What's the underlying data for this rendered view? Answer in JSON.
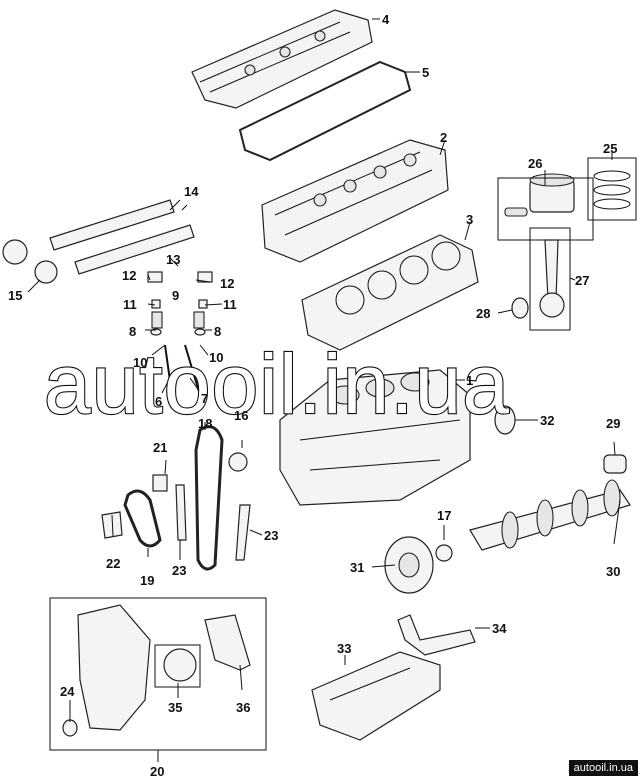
{
  "callouts": [
    "1",
    "2",
    "3",
    "4",
    "5",
    "6",
    "7",
    "8",
    "8",
    "9",
    "10",
    "10",
    "11",
    "11",
    "12",
    "12",
    "13",
    "14",
    "15",
    "16",
    "17",
    "18",
    "19",
    "20",
    "21",
    "22",
    "23",
    "23",
    "24",
    "25",
    "26",
    "27",
    "28",
    "29",
    "30",
    "31",
    "32",
    "33",
    "34",
    "35",
    "36"
  ],
  "watermark": "autooil.in.ua",
  "footer_url": "autooil.in.ua"
}
